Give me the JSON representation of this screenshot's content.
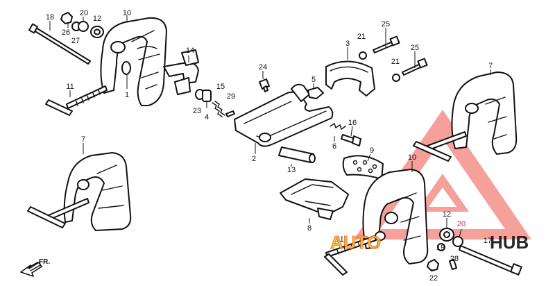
{
  "parts": [
    {
      "id": "p18a",
      "label": "18"
    },
    {
      "id": "p20a",
      "label": "20"
    },
    {
      "id": "p12a",
      "label": "12"
    },
    {
      "id": "p10a",
      "label": "10"
    },
    {
      "id": "p26",
      "label": "26"
    },
    {
      "id": "p27",
      "label": "27"
    },
    {
      "id": "p14",
      "label": "14"
    },
    {
      "id": "p11a",
      "label": "11"
    },
    {
      "id": "p1",
      "label": "1"
    },
    {
      "id": "p23",
      "label": "23"
    },
    {
      "id": "p4",
      "label": "4"
    },
    {
      "id": "p15",
      "label": "15"
    },
    {
      "id": "p29",
      "label": "29"
    },
    {
      "id": "p24",
      "label": "24"
    },
    {
      "id": "p5",
      "label": "5"
    },
    {
      "id": "p3",
      "label": "3"
    },
    {
      "id": "p21a",
      "label": "21"
    },
    {
      "id": "p25a",
      "label": "25"
    },
    {
      "id": "p25b",
      "label": "25"
    },
    {
      "id": "p21b",
      "label": "21"
    },
    {
      "id": "p7a",
      "label": "7"
    },
    {
      "id": "p7b",
      "label": "7"
    },
    {
      "id": "p2",
      "label": "2"
    },
    {
      "id": "p16",
      "label": "16"
    },
    {
      "id": "p6",
      "label": "6"
    },
    {
      "id": "p9",
      "label": "9"
    },
    {
      "id": "p13",
      "label": "13"
    },
    {
      "id": "p10b",
      "label": "10"
    },
    {
      "id": "p8",
      "label": "8"
    },
    {
      "id": "p12b",
      "label": "12"
    },
    {
      "id": "p20b",
      "label": "20"
    },
    {
      "id": "p11b",
      "label": "11"
    },
    {
      "id": "p19",
      "label": "19"
    },
    {
      "id": "p17",
      "label": "17"
    },
    {
      "id": "p28",
      "label": "28"
    },
    {
      "id": "p22",
      "label": "22"
    }
  ],
  "direction_label": "FR.",
  "watermark": {
    "left": "AUTO",
    "right": "HUB",
    "color": "#e8473f"
  },
  "colors": {
    "ink": "#111111",
    "highlight": "#d9292b",
    "watermark": "#e8473f"
  }
}
